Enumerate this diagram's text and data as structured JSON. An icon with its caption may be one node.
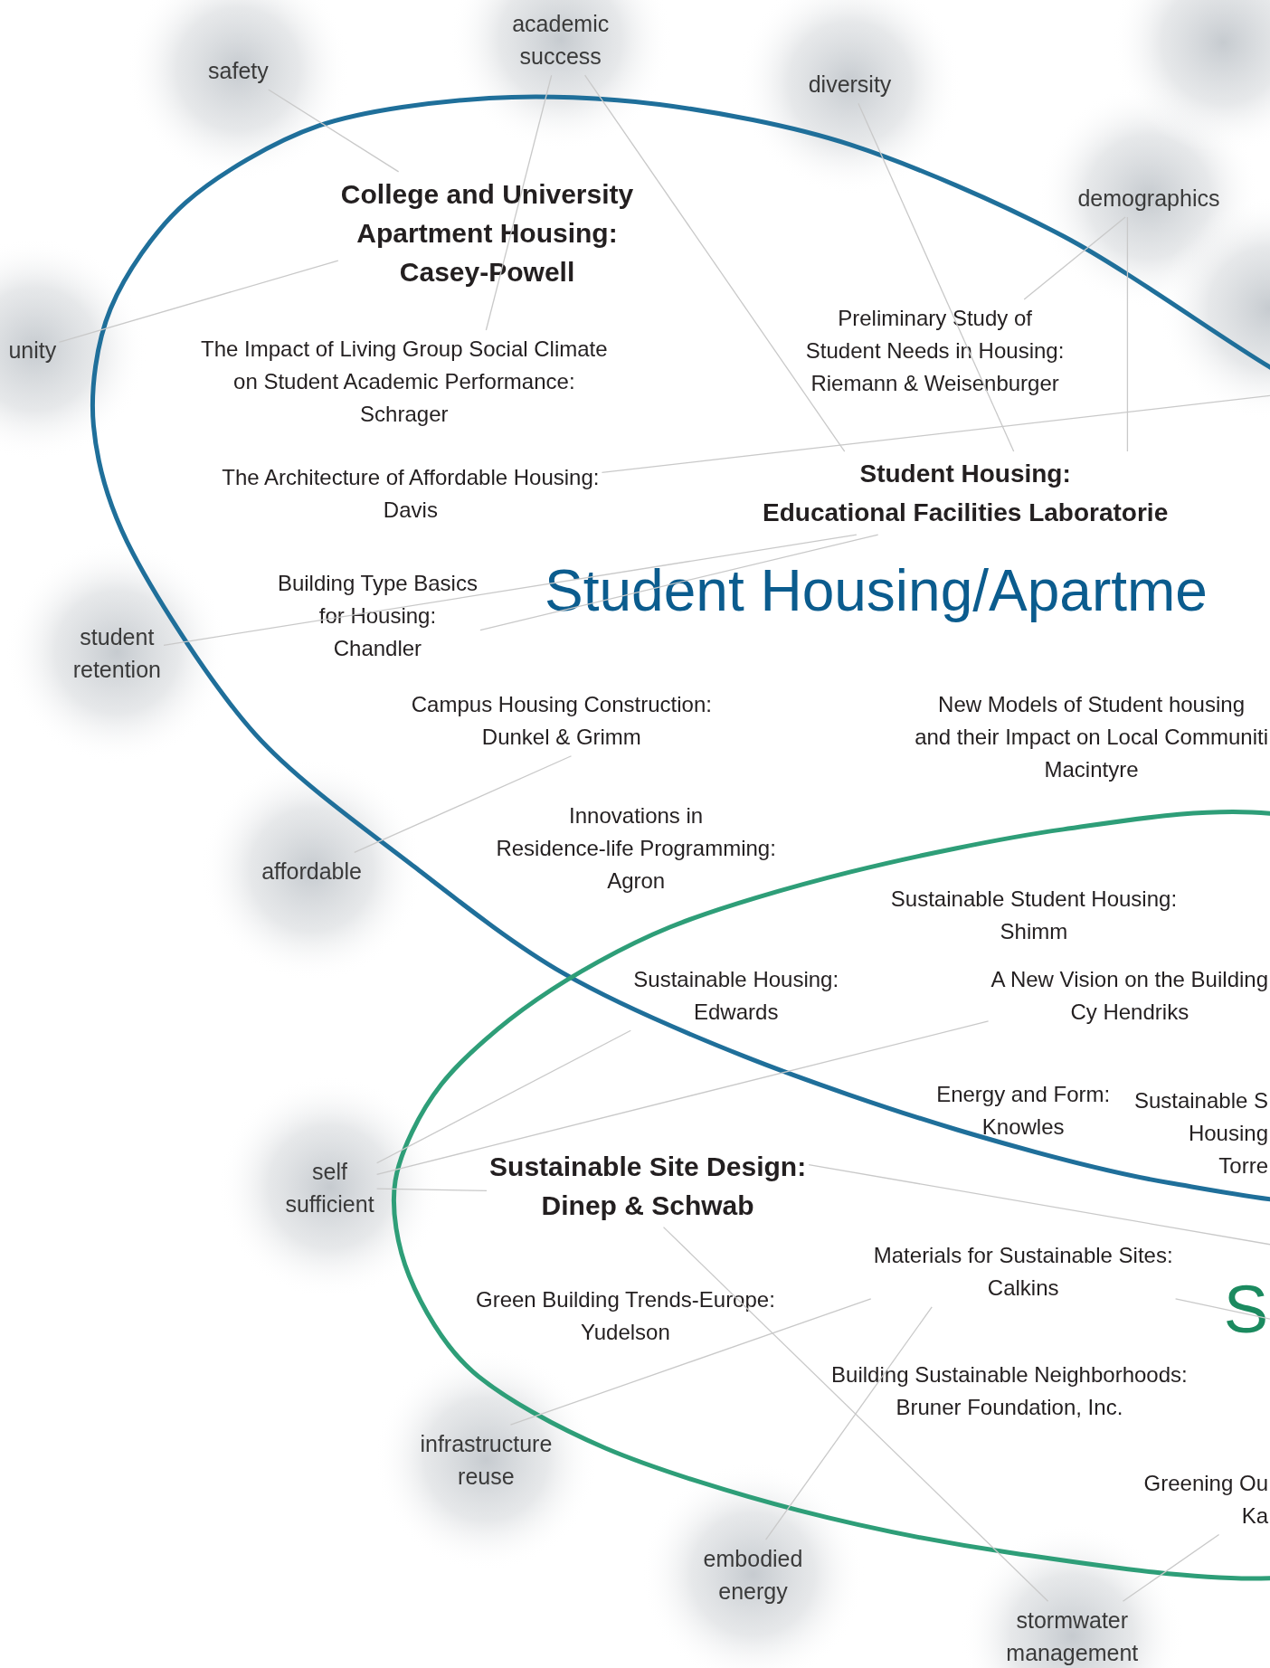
{
  "diagram": {
    "nodes": [
      {
        "text": [
          "Student Housing/Apartme"
        ]
      },
      {
        "text": [
          "S"
        ]
      },
      {
        "text": [
          "safety"
        ]
      },
      {
        "text": [
          "academic success"
        ]
      },
      {
        "text": [
          "diversity"
        ]
      },
      {
        "text": [
          "demographics"
        ]
      },
      {
        "text": [
          "unity"
        ]
      },
      {
        "text": [
          "student retention"
        ]
      },
      {
        "text": [
          "affordable"
        ]
      },
      {
        "text": [
          "self sufficient"
        ]
      },
      {
        "text": [
          "infrastructure reuse"
        ]
      },
      {
        "text": [
          "embodied energy"
        ]
      },
      {
        "text": [
          "stormwater management"
        ]
      },
      {
        "text": [
          "College and University Apartment Housing: Casey-Powell"
        ],
        "in": 0
      },
      {
        "text": [
          "The Impact of Living Group Social Climate on Student Academic Performance: Schrager"
        ],
        "in": 0
      },
      {
        "text": [
          "The Architecture of Affordable Housing: Davis"
        ],
        "in": 0
      },
      {
        "text": [
          "Student Housing: Educational Facilities Laboratorie"
        ],
        "in": 0
      },
      {
        "text": [
          "Preliminary Study of Student Needs in Housing: Riemann & Weisenburger"
        ],
        "in": 0
      },
      {
        "text": [
          "Building Type Basics for Housing: Chandler"
        ],
        "in": 0
      },
      {
        "text": [
          "Campus Housing Construction: Dunkel & Grimm"
        ],
        "in": 0
      },
      {
        "text": [
          "New Models of Student housing and their Impact on Local Communiti Macintyre"
        ],
        "in": 0
      },
      {
        "text": [
          "Innovations in Residence-life Programming: Agron"
        ],
        "in": 0
      },
      {
        "text": [
          "Sustainable Student Housing: Shimm"
        ]
      },
      {
        "text": [
          "Sustainable Housing: Edwards"
        ]
      },
      {
        "text": [
          "A New Vision on the Building Cy Hendriks"
        ]
      },
      {
        "text": [
          "Energy and Form: Knowles"
        ]
      },
      {
        "text": [
          "Sustainable S Housing Torre"
        ]
      },
      {
        "text": [
          "Sustainable Site Design: Dinep & Schwab"
        ],
        "in": 1
      },
      {
        "text": [
          "Materials for Sustainable Sites: Calkins"
        ],
        "in": 1
      },
      {
        "text": [
          "Green Building Trends-Europe: Yudelson"
        ],
        "in": 1
      },
      {
        "text": [
          "Building Sustainable Neighborhoods: Bruner Foundation, Inc."
        ],
        "in": 1
      },
      {
        "text": [
          "Greening Ou Ka"
        ],
        "in": 1
      }
    ],
    "edges": [
      {
        "from": 2,
        "to": 13,
        "arrow": "none"
      },
      {
        "from": 3,
        "to": 14,
        "arrow": "none"
      },
      {
        "from": 3,
        "to": 16,
        "arrow": "none"
      },
      {
        "from": 4,
        "to": 16,
        "arrow": "none"
      },
      {
        "from": 5,
        "to": 17,
        "arrow": "none"
      },
      {
        "from": 5,
        "to": 16,
        "arrow": "none"
      },
      {
        "from": 6,
        "to": 13,
        "arrow": "none"
      },
      {
        "from": 15,
        "to": null,
        "arrow": "none"
      },
      {
        "from": 7,
        "to": 16,
        "arrow": "none"
      },
      {
        "from": 18,
        "to": 16,
        "arrow": "none"
      },
      {
        "from": 8,
        "to": 19,
        "arrow": "none"
      },
      {
        "from": 9,
        "to": 23,
        "arrow": "none"
      },
      {
        "from": 9,
        "to": 27,
        "arrow": "none"
      },
      {
        "from": 9,
        "to": 24,
        "arrow": "none"
      },
      {
        "from": 10,
        "to": 28,
        "arrow": "none"
      },
      {
        "from": 11,
        "to": 28,
        "arrow": "none"
      },
      {
        "from": 12,
        "to": 27,
        "arrow": "none"
      },
      {
        "from": 12,
        "to": 31,
        "arrow": "none"
      },
      {
        "from": 27,
        "to": null,
        "arrow": "none"
      },
      {
        "from": 28,
        "to": null,
        "arrow": "none"
      }
    ]
  }
}
